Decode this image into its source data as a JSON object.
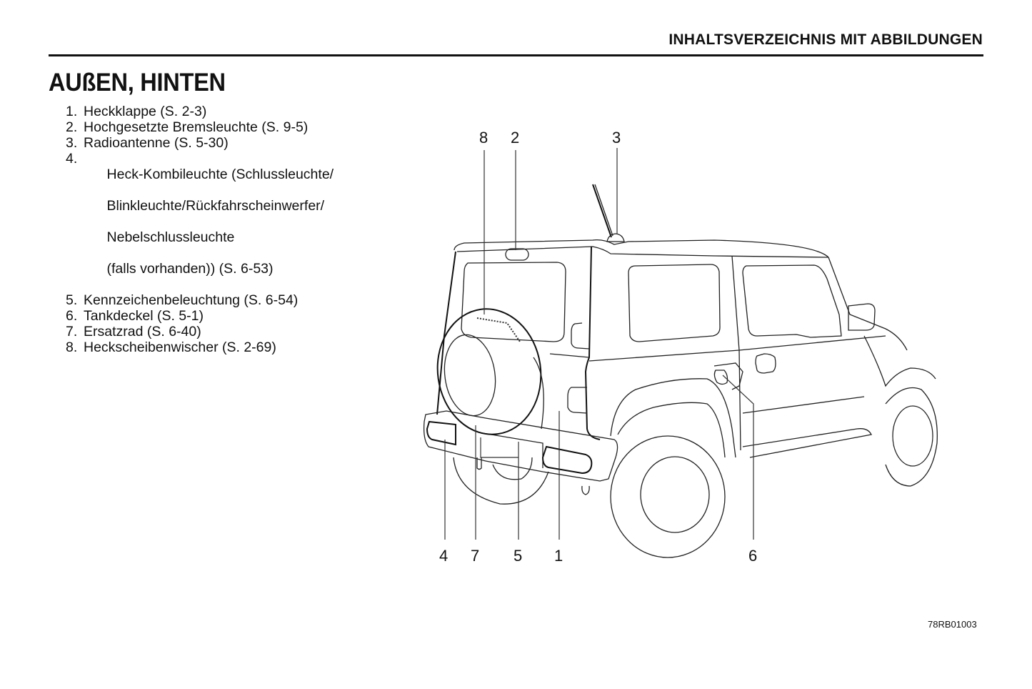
{
  "header": {
    "title": "INHALTSVERZEICHNIS MIT ABBILDUNGEN"
  },
  "section": {
    "title": "AUßEN, HINTEN"
  },
  "legend": [
    {
      "num": "1.",
      "lines": [
        "Heckklappe (S. 2-3)"
      ]
    },
    {
      "num": "2.",
      "lines": [
        "Hochgesetzte Bremsleuchte (S. 9-5)"
      ]
    },
    {
      "num": "3.",
      "lines": [
        "Radioantenne (S. 5-30)"
      ]
    },
    {
      "num": "4.",
      "lines": [
        "Heck-Kombileuchte (Schlussleuchte/",
        "Blinkleuchte/Rückfahrscheinwerfer/",
        "Nebelschlussleuchte",
        "(falls vorhanden)) (S. 6-53)"
      ]
    },
    {
      "num": "5.",
      "lines": [
        "Kennzeichenbeleuchtung (S. 6-54)"
      ]
    },
    {
      "num": "6.",
      "lines": [
        "Tankdeckel (S. 5-1)"
      ]
    },
    {
      "num": "7.",
      "lines": [
        "Ersatzrad (S. 6-40)"
      ]
    },
    {
      "num": "8.",
      "lines": [
        "Heckscheibenwischer (S. 2-69)"
      ]
    }
  ],
  "illustration": {
    "subject": "vehicle-rear-three-quarter-view",
    "callouts_top": [
      "8",
      "2",
      "3"
    ],
    "callouts_bottom": [
      "4",
      "7",
      "5",
      "1",
      "6"
    ]
  },
  "figure_code": "78RB01003"
}
